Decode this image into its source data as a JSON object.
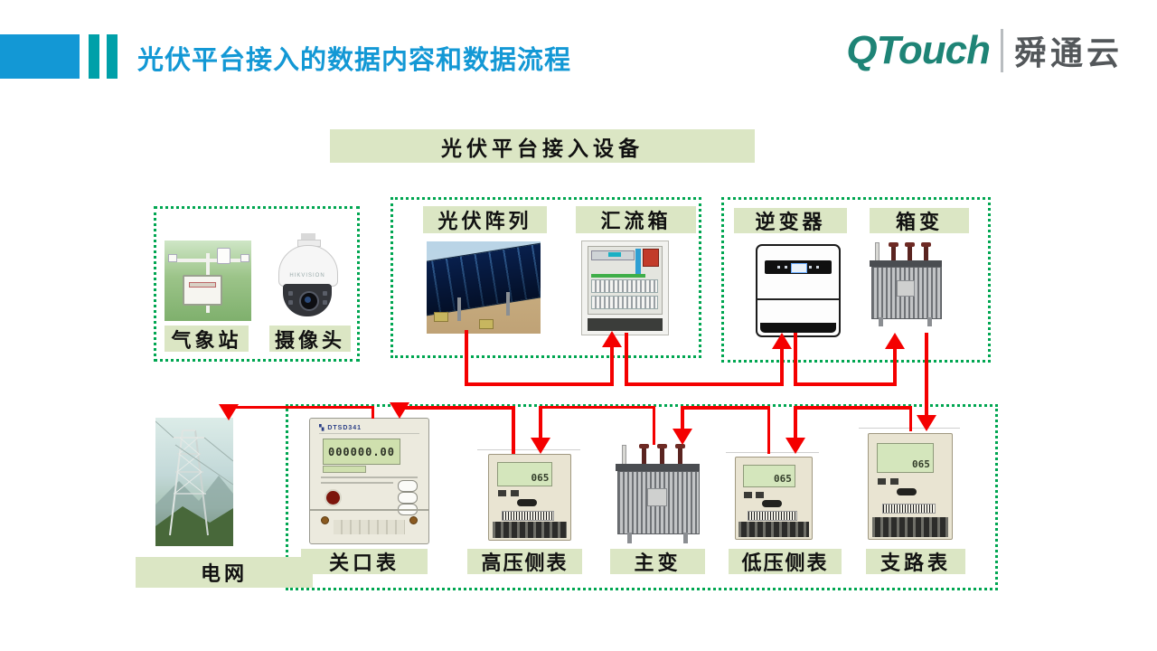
{
  "slide": {
    "title": "光伏平台接入的数据内容和数据流程",
    "logo": {
      "brand": "QTouch",
      "brand_cn": "舜通云"
    },
    "banner": "光伏平台接入设备"
  },
  "labels": {
    "weather_station": "气象站",
    "camera": "摄像头",
    "pv_array": "光伏阵列",
    "combiner_box": "汇流箱",
    "inverter": "逆变器",
    "box_transformer": "箱变",
    "grid": "电网",
    "gateway_meter": "关口表",
    "hv_meter": "高压侧表",
    "main_transformer": "主变",
    "lv_meter": "低压侧表",
    "branch_meter": "支路表"
  },
  "device_text": {
    "camera_brand": "HIKVISION",
    "gateway_lcd": "000000.00",
    "meter_lcd": "065"
  },
  "colors": {
    "title_blue": "#1398d5",
    "teal_bar": "#00a0a9",
    "logo_green": "#1e8476",
    "logo_gray": "#53575a",
    "label_bg": "#dbe6c4",
    "dashed_green": "#00a651",
    "arrow_red": "#f40000"
  },
  "flow": {
    "edges": [
      "光伏阵列→汇流箱",
      "汇流箱→逆变器",
      "逆变器→箱变",
      "箱变→支路表",
      "支路表→低压侧表",
      "低压侧表→主变",
      "主变→高压侧表",
      "高压侧表→关口表",
      "关口表→电网"
    ]
  }
}
